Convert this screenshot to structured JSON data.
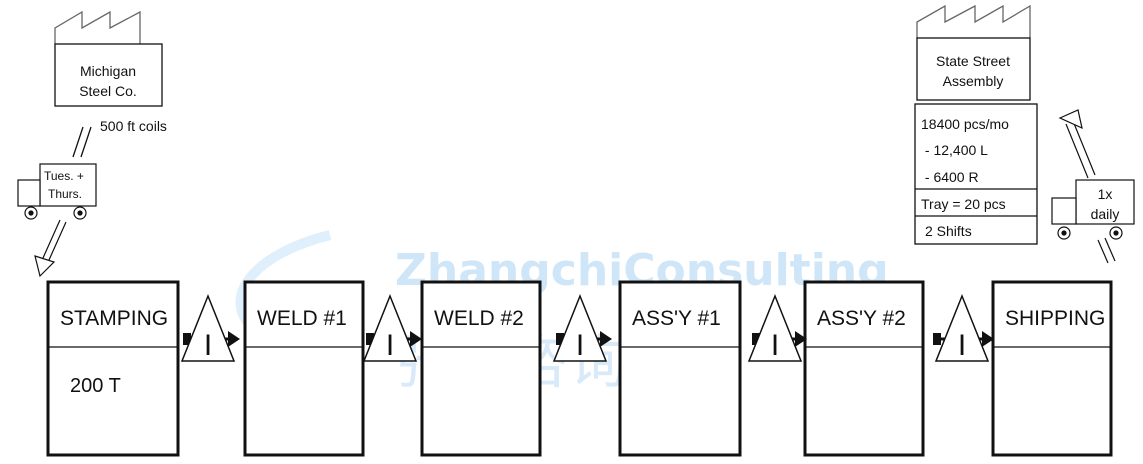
{
  "supplier": {
    "line1": "Michigan",
    "line2": "Steel Co.",
    "shipment": "500 ft coils"
  },
  "inbound_truck": {
    "line1": "Tues.  +",
    "line2": "Thurs."
  },
  "customer": {
    "line1": "State Street",
    "line2": "Assembly",
    "data_rows": [
      "18400 pcs/mo",
      " - 12,400 L",
      " - 6400 R",
      "Tray = 20 pcs",
      "2 Shifts"
    ]
  },
  "outbound_truck": {
    "line1": "1x",
    "line2": "daily"
  },
  "processes": [
    {
      "name": "STAMPING",
      "detail": "200 T"
    },
    {
      "name": "WELD #1",
      "detail": ""
    },
    {
      "name": "WELD  #2",
      "detail": ""
    },
    {
      "name": "ASS'Y #1",
      "detail": ""
    },
    {
      "name": "ASS'Y #2",
      "detail": ""
    },
    {
      "name": "SHIPPING",
      "detail": ""
    }
  ],
  "inventory_symbol": "I",
  "watermark": {
    "latin": "ZhangchiConsulting",
    "chinese": "张驰咨询"
  },
  "colors": {
    "line": "#111111",
    "watermark": "#cfe6f8"
  }
}
